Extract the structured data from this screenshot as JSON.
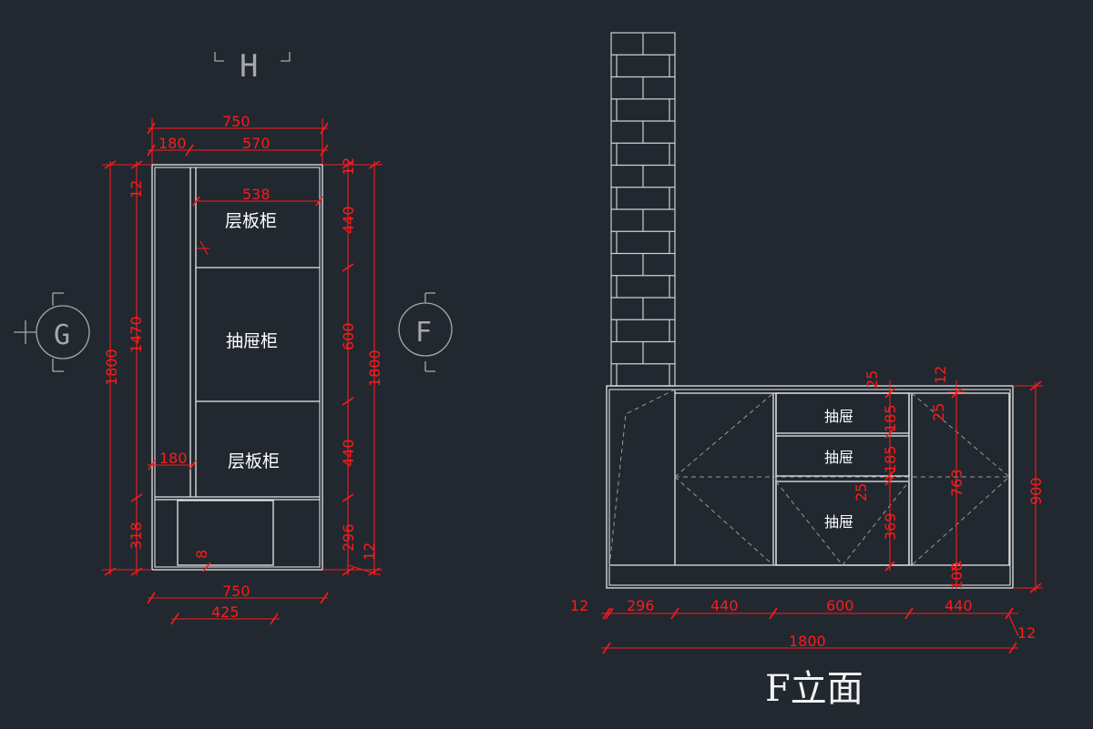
{
  "plan": {
    "marker_top": "H",
    "marker_left": "G",
    "marker_right": "F",
    "labels": {
      "shelf_top": "层板柜",
      "drawer_cabinet": "抽屉柜",
      "shelf_bottom": "层板柜"
    },
    "dims": {
      "width_total": "750",
      "width_left": "180",
      "width_right": "570",
      "inner_width": "538",
      "left_total": "1800",
      "left_top": "12",
      "left_mid": "1470",
      "left_bottom": "318",
      "side_gap": "180",
      "right_top": "12",
      "right_shelf1": "440",
      "right_drawer": "600",
      "right_shelf2": "440",
      "right_bottom": "296",
      "right_bottom2": "12",
      "right_total": "1800",
      "small_8": "8",
      "bottom_total": "750",
      "bottom_inner": "425"
    }
  },
  "elevation": {
    "title": "F立面",
    "drawer_labels": [
      "抽屉",
      "抽屉",
      "抽屉"
    ],
    "dims": {
      "d25a": "25",
      "d12a": "12",
      "d25b": "25",
      "d185a": "185",
      "d185b": "185",
      "d25c": "25",
      "d369": "369",
      "d763": "763",
      "d100": "100",
      "d900": "900",
      "b12": "12",
      "b296": "296",
      "b440a": "440",
      "b600": "600",
      "b440b": "440",
      "b12r": "12",
      "total": "1800"
    }
  },
  "colors": {
    "background": "#212830",
    "dimension": "#ff1a1a",
    "line": "#e8e8e8",
    "marker": "#a8a8a8"
  }
}
